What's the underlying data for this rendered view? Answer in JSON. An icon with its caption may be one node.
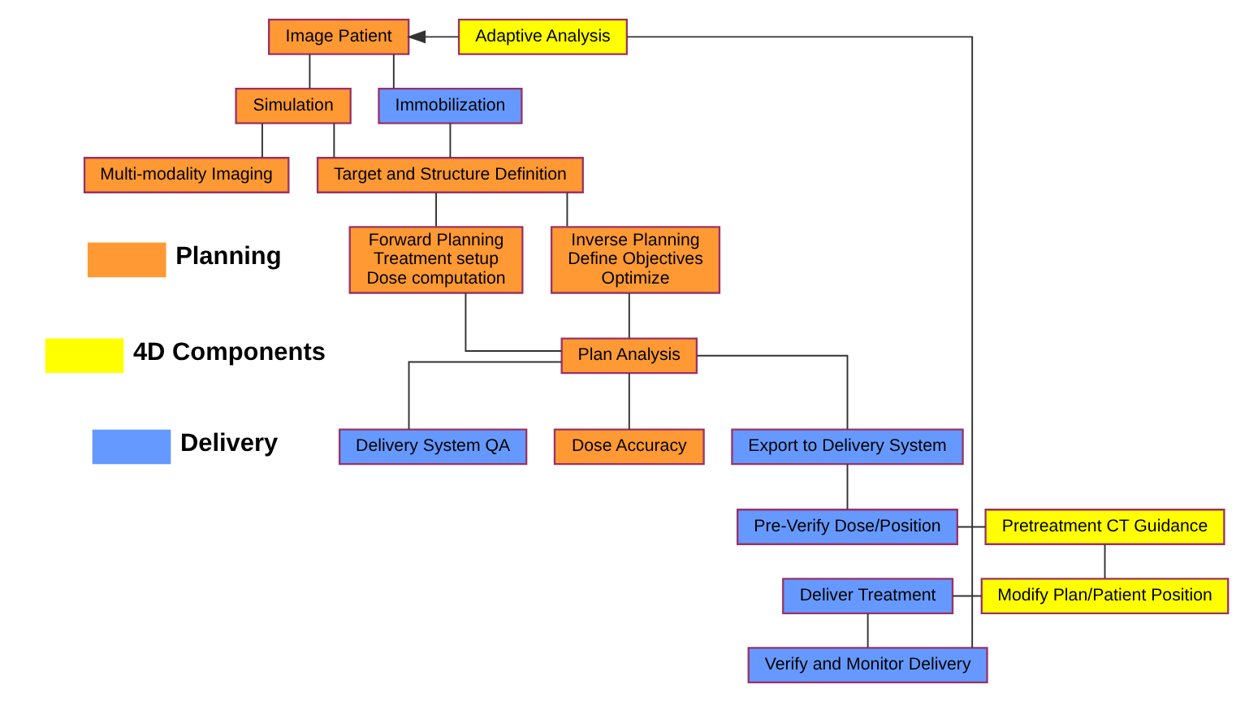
{
  "diagram": {
    "nodes": [
      {
        "text": [
          "Image Patient"
        ]
      },
      {
        "text": [
          "Simulation"
        ]
      },
      {
        "text": [
          "Immobilization"
        ]
      },
      {
        "text": [
          "Multi-modality Imaging"
        ]
      },
      {
        "text": [
          "Target and Structure Definition"
        ]
      },
      {
        "text": [
          "Forward Planning",
          "Treatment setup",
          "Dose computation"
        ]
      },
      {
        "text": [
          "Inverse Planning",
          "Define Objectives",
          "Optimize"
        ]
      },
      {
        "text": [
          "Plan Analysis"
        ]
      },
      {
        "text": [
          "Delivery System QA"
        ]
      },
      {
        "text": [
          "Dose Accuracy"
        ]
      },
      {
        "text": [
          "Export to Delivery System"
        ]
      },
      {
        "text": [
          "Pre-Verify Dose/Position"
        ]
      },
      {
        "text": [
          "Pretreatment CT Guidance"
        ]
      },
      {
        "text": [
          "Deliver Treatment"
        ]
      },
      {
        "text": [
          "Modify Plan/Patient Position"
        ]
      },
      {
        "text": [
          "Verify and Monitor Delivery"
        ]
      },
      {
        "text": [
          "Adaptive Analysis"
        ]
      }
    ],
    "edges": [
      {
        "from": 0,
        "to": 1,
        "arrow": "none"
      },
      {
        "from": 0,
        "to": 2,
        "arrow": "none"
      },
      {
        "from": 1,
        "to": 3,
        "arrow": "none"
      },
      {
        "from": 1,
        "to": 4,
        "arrow": "none"
      },
      {
        "from": 2,
        "to": 4,
        "arrow": "none"
      },
      {
        "from": 4,
        "to": 5,
        "arrow": "none"
      },
      {
        "from": 4,
        "to": 6,
        "arrow": "none"
      },
      {
        "from": 5,
        "to": 7,
        "arrow": "none"
      },
      {
        "from": 6,
        "to": 7,
        "arrow": "none"
      },
      {
        "from": 7,
        "to": 8,
        "arrow": "none"
      },
      {
        "from": 7,
        "to": 9,
        "arrow": "none"
      },
      {
        "from": 7,
        "to": 10,
        "arrow": "none"
      },
      {
        "from": 10,
        "to": 11,
        "arrow": "none"
      },
      {
        "from": 11,
        "to": 12,
        "arrow": "none"
      },
      {
        "from": 12,
        "to": 14,
        "arrow": "none"
      },
      {
        "from": 13,
        "to": 14,
        "arrow": "none"
      },
      {
        "from": 13,
        "to": 15,
        "arrow": "none"
      },
      {
        "from": 15,
        "to": 16,
        "arrow": "none"
      },
      {
        "from": 16,
        "to": 0,
        "arrow": "to"
      }
    ],
    "legend": [
      {
        "text": "Planning",
        "color": "#ff9933"
      },
      {
        "text": "4D Components",
        "color": "#ffff00"
      },
      {
        "text": "Delivery",
        "color": "#6699ff"
      }
    ]
  }
}
